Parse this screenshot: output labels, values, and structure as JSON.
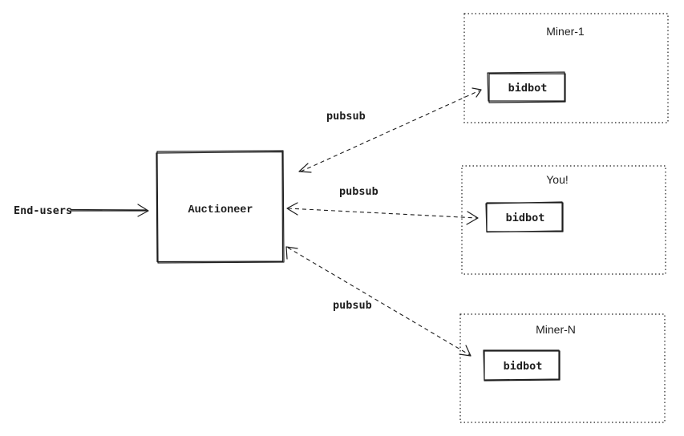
{
  "entry": {
    "label": "End-users"
  },
  "auctioneer": {
    "label": "Auctioneer"
  },
  "miners": [
    {
      "title": "Miner-1",
      "bot_label": "bidbot",
      "link_label": "pubsub"
    },
    {
      "title": "You!",
      "bot_label": "bidbot",
      "link_label": "pubsub"
    },
    {
      "title": "Miner-N",
      "bot_label": "bidbot",
      "link_label": "pubsub"
    }
  ]
}
